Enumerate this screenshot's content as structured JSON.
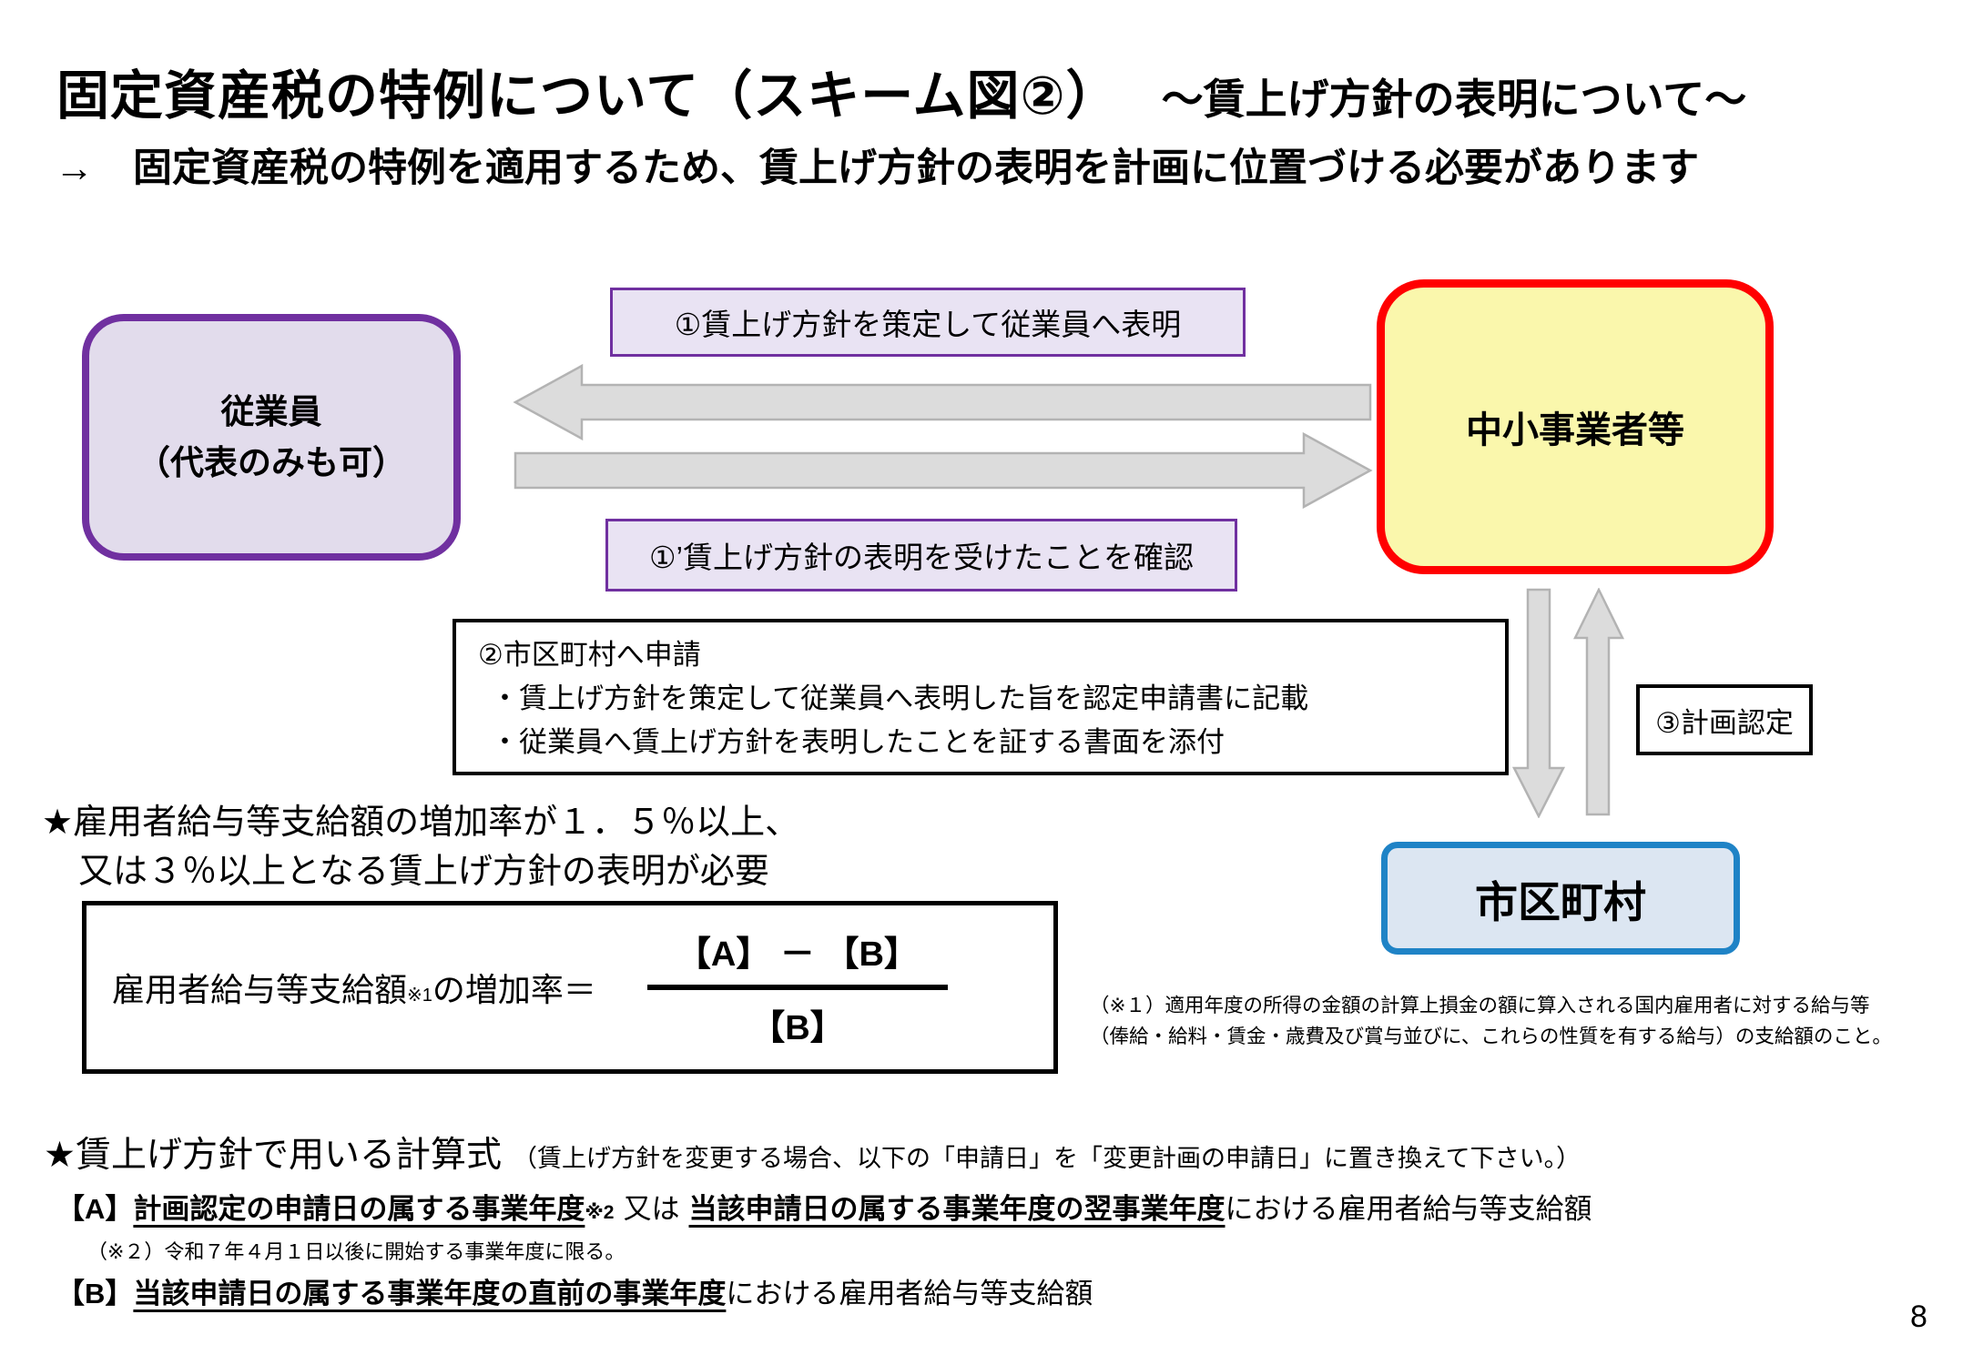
{
  "slide": {
    "title_main": "固定資産税の特例について（スキーム図②）",
    "title_sub": "～賃上げ方針の表明について～",
    "lead": "→　固定資産税の特例を適用するため、賃上げ方針の表明を計画に位置づける必要があります",
    "page_number": "8"
  },
  "diagram": {
    "employee_box": {
      "line1": "従業員",
      "line2": "（代表のみも可）"
    },
    "sme_box_label": "中小事業者等",
    "municipality_box_label": "市区町村",
    "step1_label": "①賃上げ方針を策定して従業員へ表明",
    "step1_confirm_label": "①’賃上げ方針の表明を受けたことを確認",
    "step2_box": {
      "line1": "②市区町村へ申請",
      "line2": "・賃上げ方針を策定して従業員へ表明した旨を認定申請書に記載",
      "line3": "・従業員へ賃上げ方針を表明したことを証する書面を添付"
    },
    "step3_label": "③計画認定"
  },
  "requirement": {
    "line1": "★雇用者給与等支給額の増加率が１．５％以上、",
    "line2": "又は３％以上となる賃上げ方針の表明が必要"
  },
  "formula": {
    "lhs_main": "雇用者給与等支給額",
    "lhs_ref": "※1",
    "lhs_rest": "の増加率＝",
    "numerator": "【A】 － 【B】",
    "denominator": "【B】"
  },
  "note1": {
    "line1": "（※１）適用年度の所得の金額の計算上損金の額に算入される国内雇用者に対する給与等",
    "line2": "（俸給・給料・賃金・歳費及び賞与並びに、これらの性質を有する給与）の支給額のこと。"
  },
  "calc": {
    "heading": "★賃上げ方針で用いる計算式",
    "heading_note": "（賃上げ方針を変更する場合、以下の「申請日」を「変更計画の申請日」に置き換えて下さい。）",
    "item_a_tag": "【A】",
    "item_a_u1": "計画認定の申請日の属する事業年度",
    "item_a_ref": "※2",
    "item_a_mid": "又は",
    "item_a_u2": "当該申請日の属する事業年度の翌事業年度",
    "item_a_rest": "における雇用者給与等支給額",
    "note2": "（※２）令和７年４月１日以後に開始する事業年度に限る。",
    "item_b_tag": "【B】",
    "item_b_u1": "当該申請日の属する事業年度の直前の事業年度",
    "item_b_rest": "における雇用者給与等支給額"
  },
  "colors": {
    "purple_border": "#7030A0",
    "purple_fill": "#E2DCEC",
    "label_fill": "#E9E3F3",
    "yellow_fill": "#FAF7AC",
    "red_border": "#FF0000",
    "blue_border": "#1F83C6",
    "blue_fill": "#DCE6F2",
    "arrow_fill": "#DCDCDC",
    "arrow_stroke": "#B3B3B3"
  }
}
